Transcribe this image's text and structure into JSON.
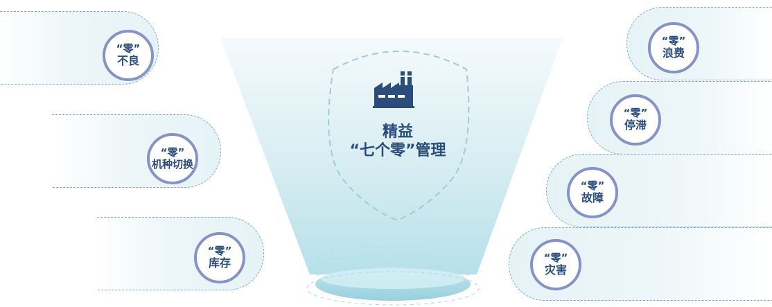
{
  "title": {
    "line1": "精益",
    "line2": "“七个零”管理"
  },
  "icons": {
    "center": "factory-icon"
  },
  "colors": {
    "badge_ring": "#8693c6",
    "text": "#2b4d7c",
    "pill_fill": "#e6f3f6",
    "pill_border": "#7fa6c6",
    "funnel_top": "#eef7f9",
    "funnel_bottom": "#a9dbe5"
  },
  "items_left": [
    {
      "prefix": "“零”",
      "label": "不良"
    },
    {
      "prefix": "“零”",
      "label": "机种切换"
    },
    {
      "prefix": "“零”",
      "label": "库存"
    }
  ],
  "items_right": [
    {
      "prefix": "“零”",
      "label": "浪费"
    },
    {
      "prefix": "“零”",
      "label": "停滞"
    },
    {
      "prefix": "“零”",
      "label": "故障"
    },
    {
      "prefix": "“零”",
      "label": "灾害"
    }
  ]
}
